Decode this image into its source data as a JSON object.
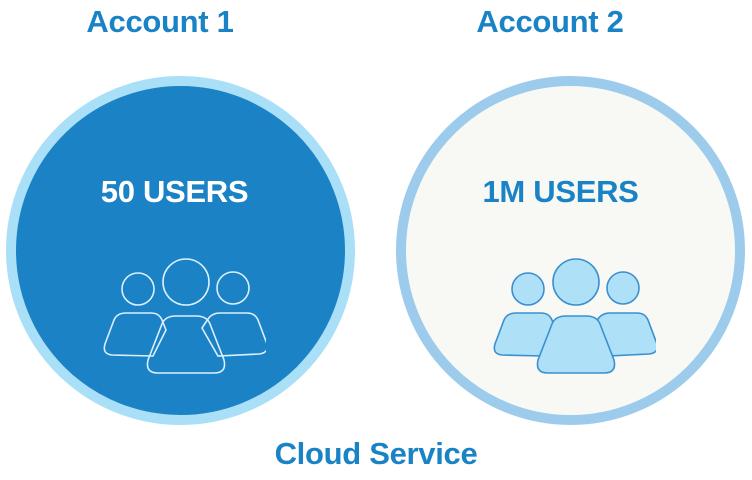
{
  "accounts": [
    {
      "title": "Account 1",
      "user_count": "50 USERS",
      "icon": "users-group-icon",
      "colors": {
        "fill": "#1a82c5",
        "ring": "#a9dff7",
        "text": "#ffffff",
        "icon_fill": "none",
        "icon_stroke": "#dcefff"
      }
    },
    {
      "title": "Account 2",
      "user_count": "1M USERS",
      "icon": "users-group-icon",
      "colors": {
        "fill": "#f8f8f5",
        "ring": "#9ccbec",
        "text": "#1a83c6",
        "icon_fill": "#aee0f8",
        "icon_stroke": "#3b8fcf"
      }
    }
  ],
  "footer": {
    "label": "Cloud Service"
  },
  "colors": {
    "heading": "#1a83c6",
    "background": "#ffffff"
  }
}
